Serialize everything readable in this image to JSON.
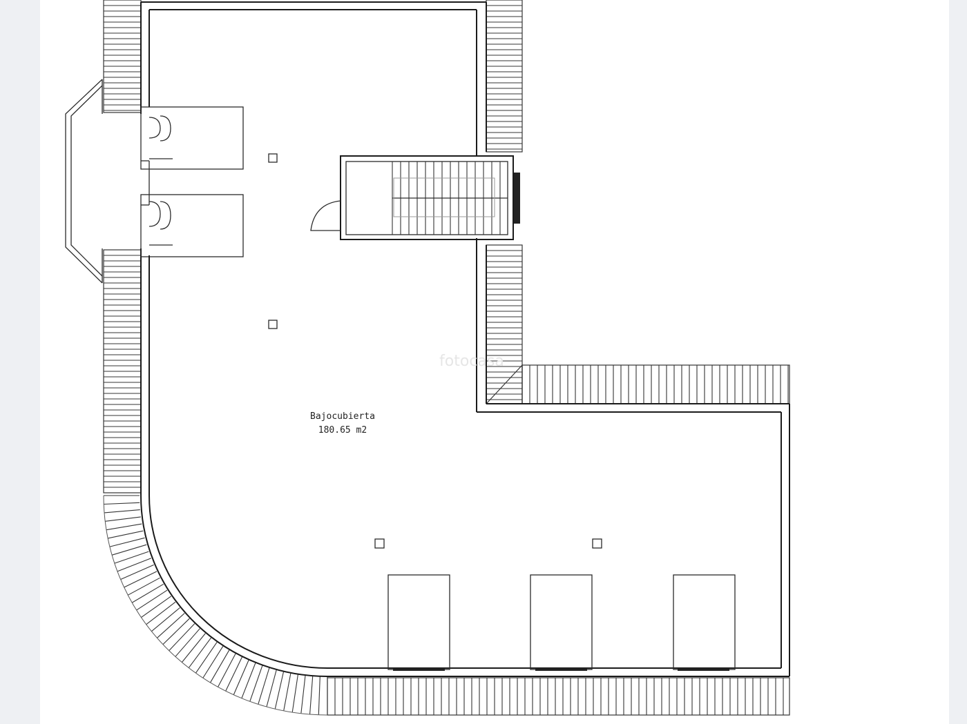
{
  "plan": {
    "room_name": "Bajocubierta",
    "room_area": "180.65 m2",
    "watermark": "fotocasa"
  },
  "colors": {
    "background": "#eef0f3",
    "sheet": "#ffffff",
    "line": "#1a1a1a"
  }
}
